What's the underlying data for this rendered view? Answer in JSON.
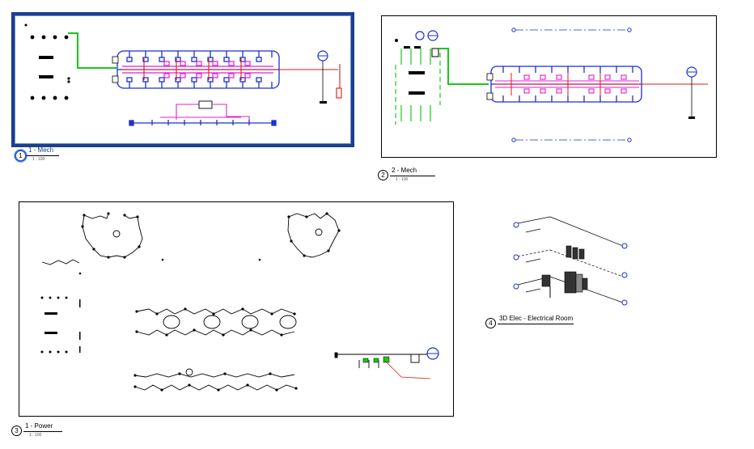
{
  "sheet": {
    "views": [
      {
        "id": "v1",
        "number": "1",
        "name": "1 - Mech",
        "scale": "1 : 100"
      },
      {
        "id": "v2",
        "number": "2",
        "name": "2 - Mech",
        "scale": "1 : 100"
      },
      {
        "id": "v3",
        "number": "3",
        "name": "1 - Power",
        "scale": "1 : 100"
      },
      {
        "id": "v4",
        "number": "4",
        "name": "3D Elec - Electrical Room",
        "scale": ""
      }
    ]
  },
  "colors": {
    "duct_blue": "#1f2fd0",
    "pipe_magenta": "#e020d0",
    "pipe_red": "#e01818",
    "pipe_green": "#18c818",
    "selection": "#1a3f8f"
  }
}
